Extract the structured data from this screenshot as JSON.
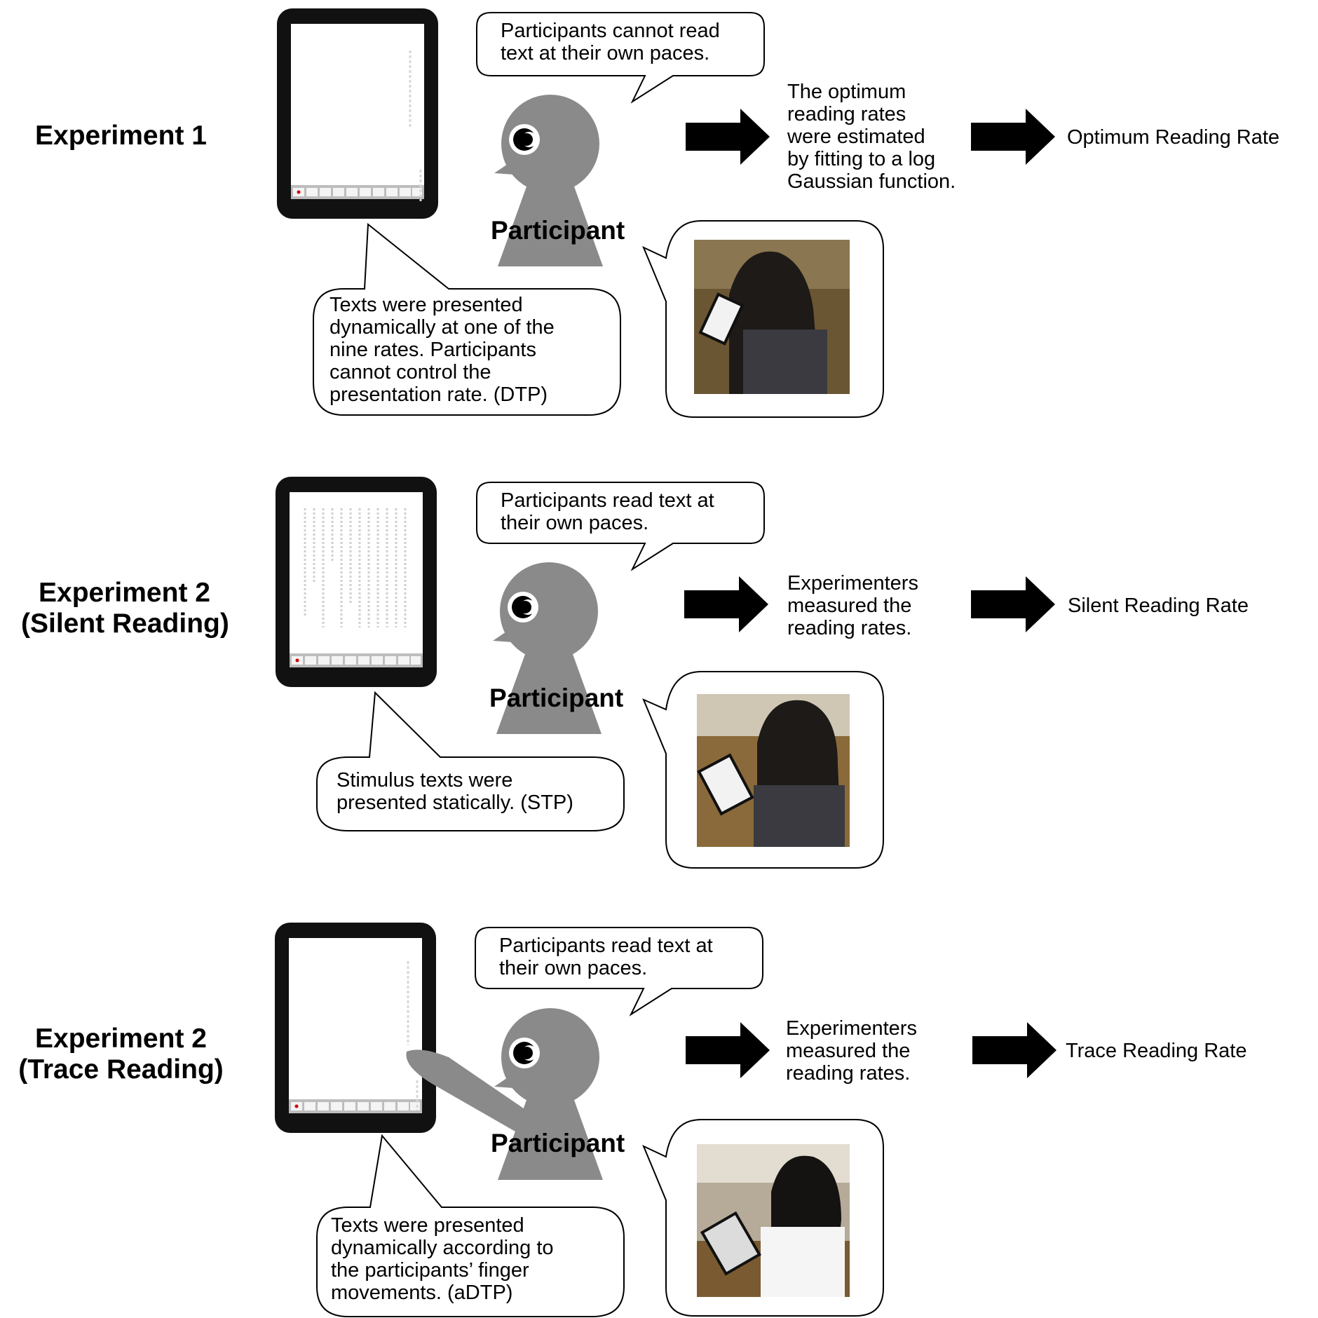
{
  "rows": [
    {
      "experiment_label": [
        "Experiment 1"
      ],
      "thought_bubble": [
        "Participants cannot read",
        "text at their own paces."
      ],
      "device_caption": [
        "Texts were presented",
        "dynamically at one of the",
        "nine rates. Participants",
        "cannot control the",
        "presentation rate. (DTP)"
      ],
      "participant_label": "Participant",
      "method_description": [
        "The optimum",
        "reading rates",
        "were estimated",
        "by fitting to a log",
        "Gaussian function."
      ],
      "result_label": "Optimum Reading Rate",
      "photo_icon": "person-reading-tablet-photo"
    },
    {
      "experiment_label": [
        "Experiment 2",
        "(Silent Reading)"
      ],
      "thought_bubble": [
        "Participants read text at",
        "their own paces."
      ],
      "device_caption": [
        "Stimulus texts were",
        "presented statically. (STP)"
      ],
      "participant_label": "Participant",
      "method_description": [
        "Experimenters",
        "measured the",
        "reading rates."
      ],
      "result_label": "Silent Reading Rate",
      "photo_icon": "person-reading-tablet-photo"
    },
    {
      "experiment_label": [
        "Experiment 2",
        "(Trace Reading)"
      ],
      "thought_bubble": [
        "Participants read text at",
        "their own paces."
      ],
      "device_caption": [
        "Texts were presented",
        "dynamically according to",
        "the participants’ finger",
        "movements. (aDTP)"
      ],
      "participant_label": "Participant",
      "method_description": [
        "Experimenters",
        "measured the",
        "reading rates."
      ],
      "result_label": "Trace Reading Rate",
      "photo_icon": "person-tracing-tablet-photo"
    }
  ],
  "colors": {
    "tablet_frame": "#111111",
    "participant_figure": "#8a8a8a",
    "arrow": "#000000",
    "photo_background": "#6b5634"
  }
}
